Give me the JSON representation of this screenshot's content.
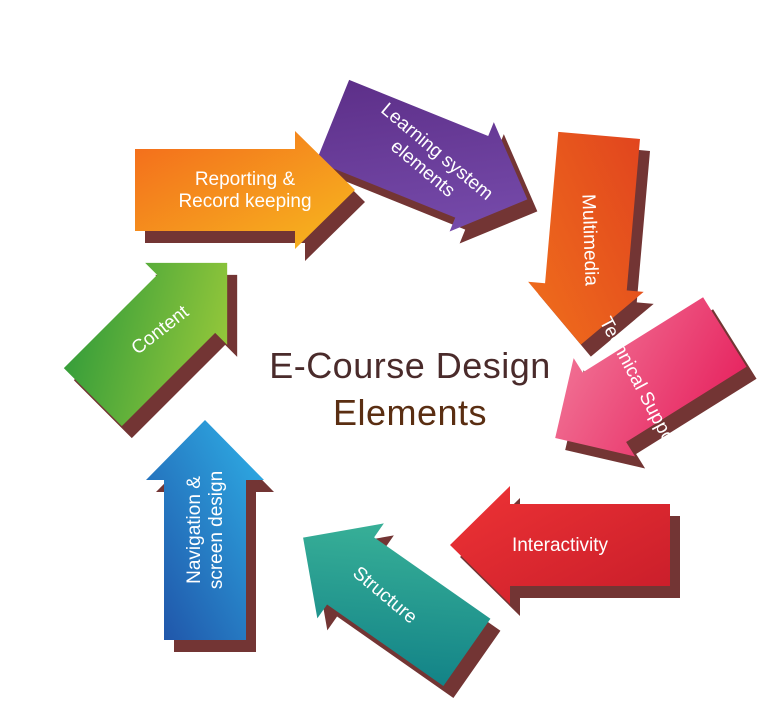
{
  "title": {
    "line1": "E-Course Design",
    "line2": "Elements"
  },
  "colors": {
    "title_line1": "#4a2b2b",
    "title_line2": "#5a2e12",
    "ribbon_shadow": "#5a1210"
  },
  "elements": [
    {
      "label": "Learning system elements",
      "lines": [
        "Learning system",
        "elements"
      ],
      "color_a": "#5b2d86",
      "color_b": "#7a4fb0"
    },
    {
      "label": "Multimedia",
      "lines": [
        "Multimedia"
      ],
      "color_a": "#e0421e",
      "color_b": "#f0701c"
    },
    {
      "label": "Technical Support",
      "lines": [
        "Technical Support"
      ],
      "color_a": "#e6205d",
      "color_b": "#f27a9a"
    },
    {
      "label": "Interactivity",
      "lines": [
        "Interactivity"
      ],
      "color_a": "#c81d2a",
      "color_b": "#ee3335"
    },
    {
      "label": "Structure",
      "lines": [
        "Structure"
      ],
      "color_a": "#0f7f86",
      "color_b": "#3fb89a"
    },
    {
      "label": "Navigation & screen design",
      "lines": [
        "Navigation &",
        "screen design"
      ],
      "color_a": "#1f4fa5",
      "color_b": "#2fb2e8"
    },
    {
      "label": "Content",
      "lines": [
        "Content"
      ],
      "color_a": "#2e9a3a",
      "color_b": "#a6cf3a"
    },
    {
      "label": "Reporting & Record keeping",
      "lines": [
        "Reporting &",
        "Record keeping"
      ],
      "color_a": "#f36a1c",
      "color_b": "#f7b91f"
    }
  ]
}
